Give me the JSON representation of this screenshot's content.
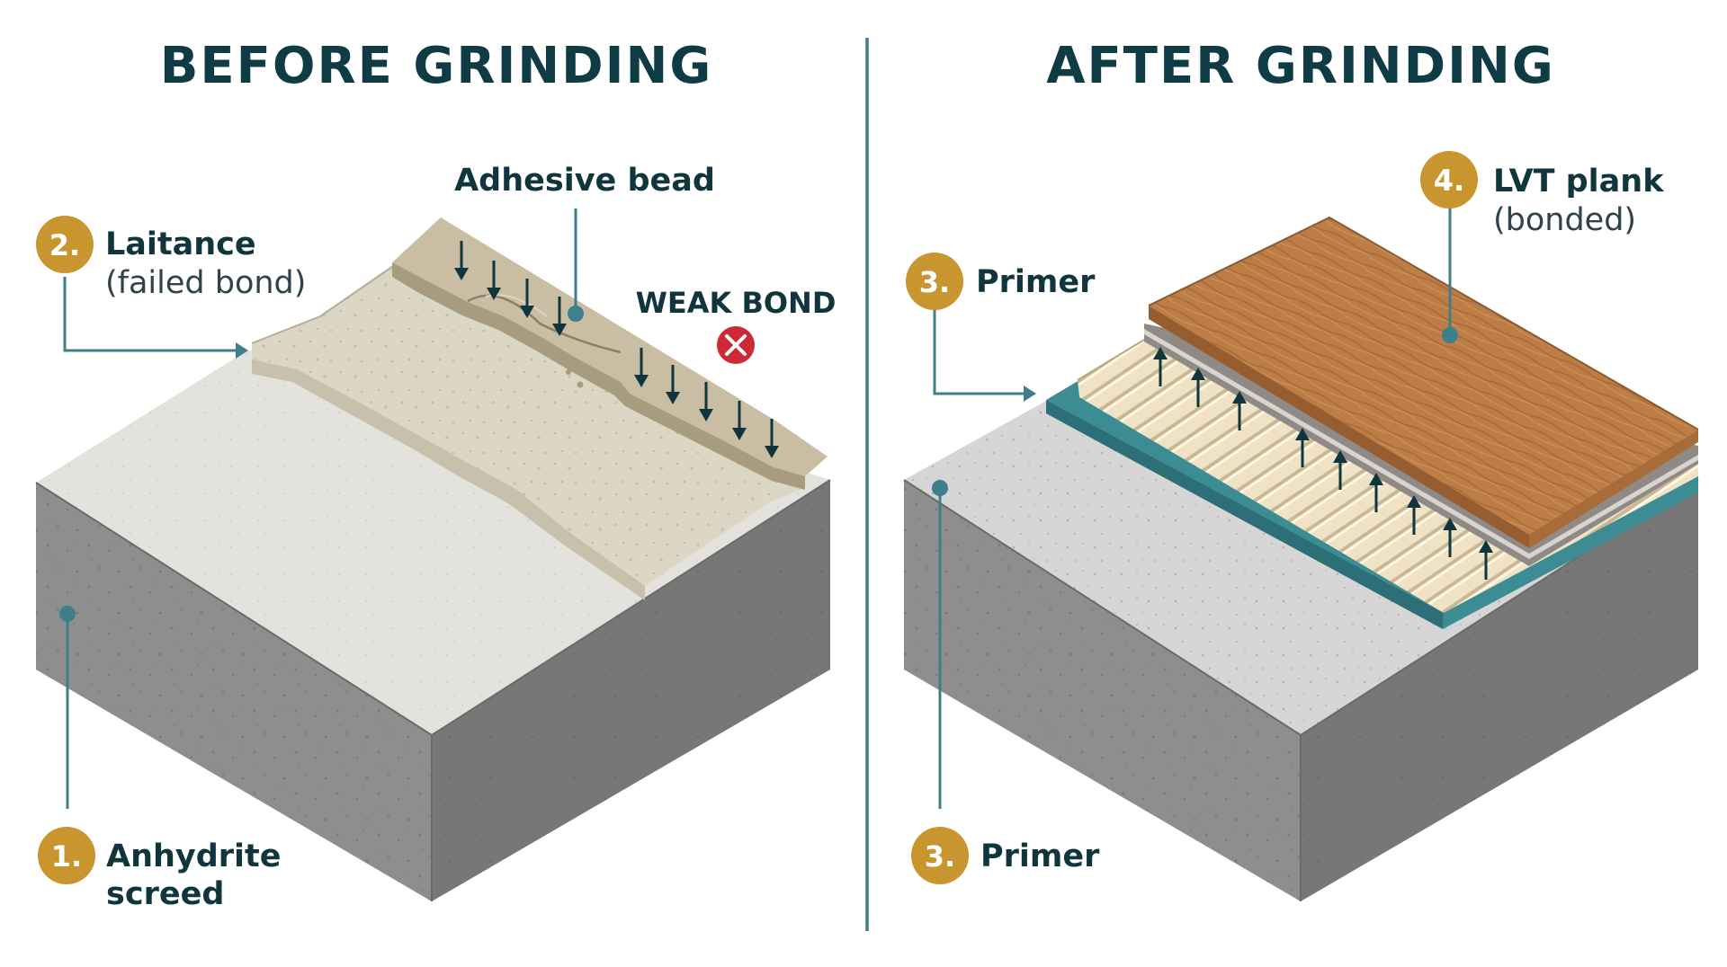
{
  "colors": {
    "title": "#0f3b45",
    "leader": "#3f7f8c",
    "badge": "#c8952f",
    "warning_badge": "#cc2b36",
    "concrete_side": "#8e8e8e",
    "concrete_top": "#e3e2dc",
    "laitance": "#dcd6c5",
    "adhesive": "#c9bda3",
    "primer": "#3c8c94",
    "ridges": "#efe2c4",
    "plank": "#b97a45"
  },
  "panels": [
    {
      "title": "BEFORE GRINDING",
      "labels": [
        {
          "number": "2.",
          "name": "Laitance",
          "detail": "(failed bond)"
        },
        {
          "number": "",
          "name": "Adhesive bead",
          "detail": ""
        },
        {
          "number": "1.",
          "name": "Anhydrite",
          "detail": "screed"
        }
      ],
      "warning": {
        "text": "WEAK BOND",
        "icon": "close-icon"
      }
    },
    {
      "title": "AFTER GRINDING",
      "labels": [
        {
          "number": "4.",
          "name": "LVT plank",
          "detail": "(bonded)"
        },
        {
          "number": "3.",
          "name": "Primer",
          "detail": ""
        },
        {
          "number": "3.",
          "name": "Primer",
          "detail": ""
        }
      ]
    }
  ]
}
